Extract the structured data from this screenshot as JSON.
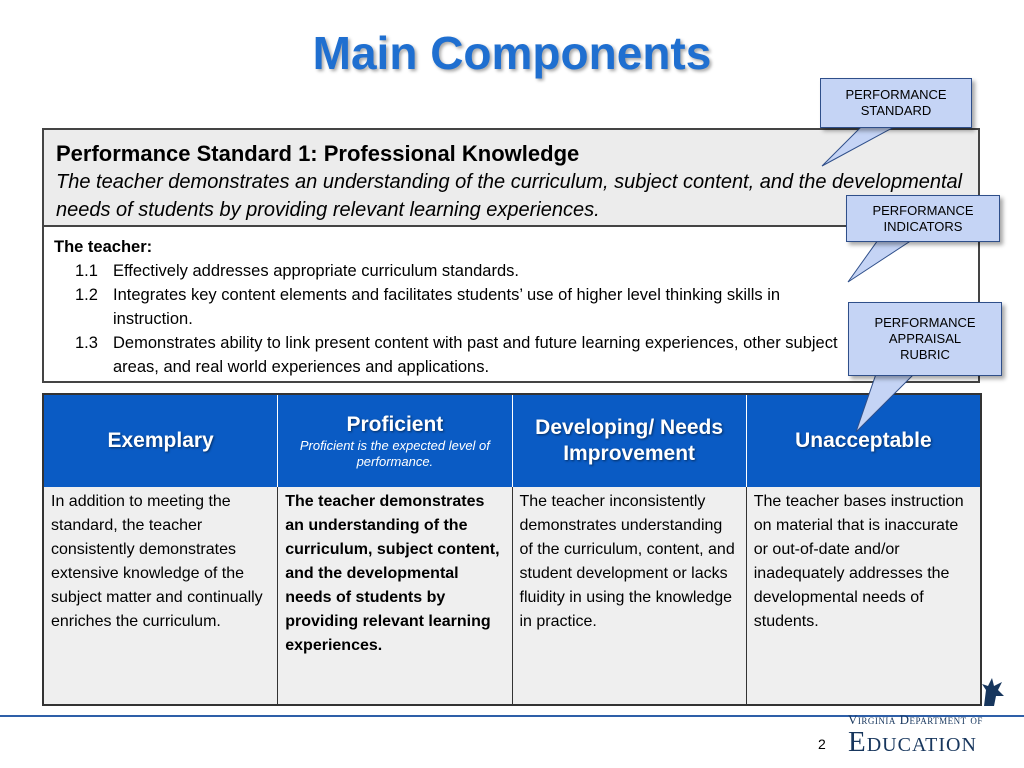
{
  "slide": {
    "title": "Main Components",
    "page_number": "2"
  },
  "standard": {
    "title": "Performance Standard 1: Professional Knowledge",
    "description": "The teacher demonstrates an understanding of the curriculum, subject content, and the developmental needs of students by providing relevant learning experiences.",
    "teacher_label": "The teacher:",
    "indicators": [
      {
        "num": "1.1",
        "text": "Effectively addresses appropriate curriculum standards."
      },
      {
        "num": "1.2",
        "text": "Integrates key content elements and facilitates students’ use of higher level thinking skills in instruction."
      },
      {
        "num": "1.3",
        "text": "Demonstrates ability to link present content with past and future learning experiences, other subject areas, and real world experiences and applications."
      }
    ]
  },
  "rubric": {
    "headers": [
      {
        "label": "Exemplary",
        "sub": ""
      },
      {
        "label": "Proficient",
        "sub": "Proficient is the expected level of performance."
      },
      {
        "label": "Developing/ Needs Improvement",
        "sub": ""
      },
      {
        "label": "Unacceptable",
        "sub": ""
      }
    ],
    "cells": [
      "In addition to meeting the standard, the teacher consistently demonstrates extensive knowledge of the subject matter and continually enriches the curriculum.",
      "The teacher demonstrates an understanding of the curriculum, subject content, and the developmental needs of students by providing relevant learning experiences.",
      "The teacher inconsistently demonstrates understanding of the curriculum, content, and student development or lacks fluidity in using the knowledge in practice.",
      "The teacher bases instruction on material that is inaccurate or out-of-date and/or inadequately addresses the developmental needs of students."
    ]
  },
  "callouts": {
    "standard": "PERFORMANCE STANDARD",
    "indicators": "PERFORMANCE INDICATORS",
    "rubric": "PERFORMANCE APPRAISAL RUBRIC"
  },
  "logo": {
    "line1": "Virginia Department of",
    "line2": "Education"
  },
  "colors": {
    "title": "#1F6FD0",
    "rubric_header": "#0A5BC4",
    "callout_fill": "#C5D4F5",
    "logo": "#17365D"
  }
}
